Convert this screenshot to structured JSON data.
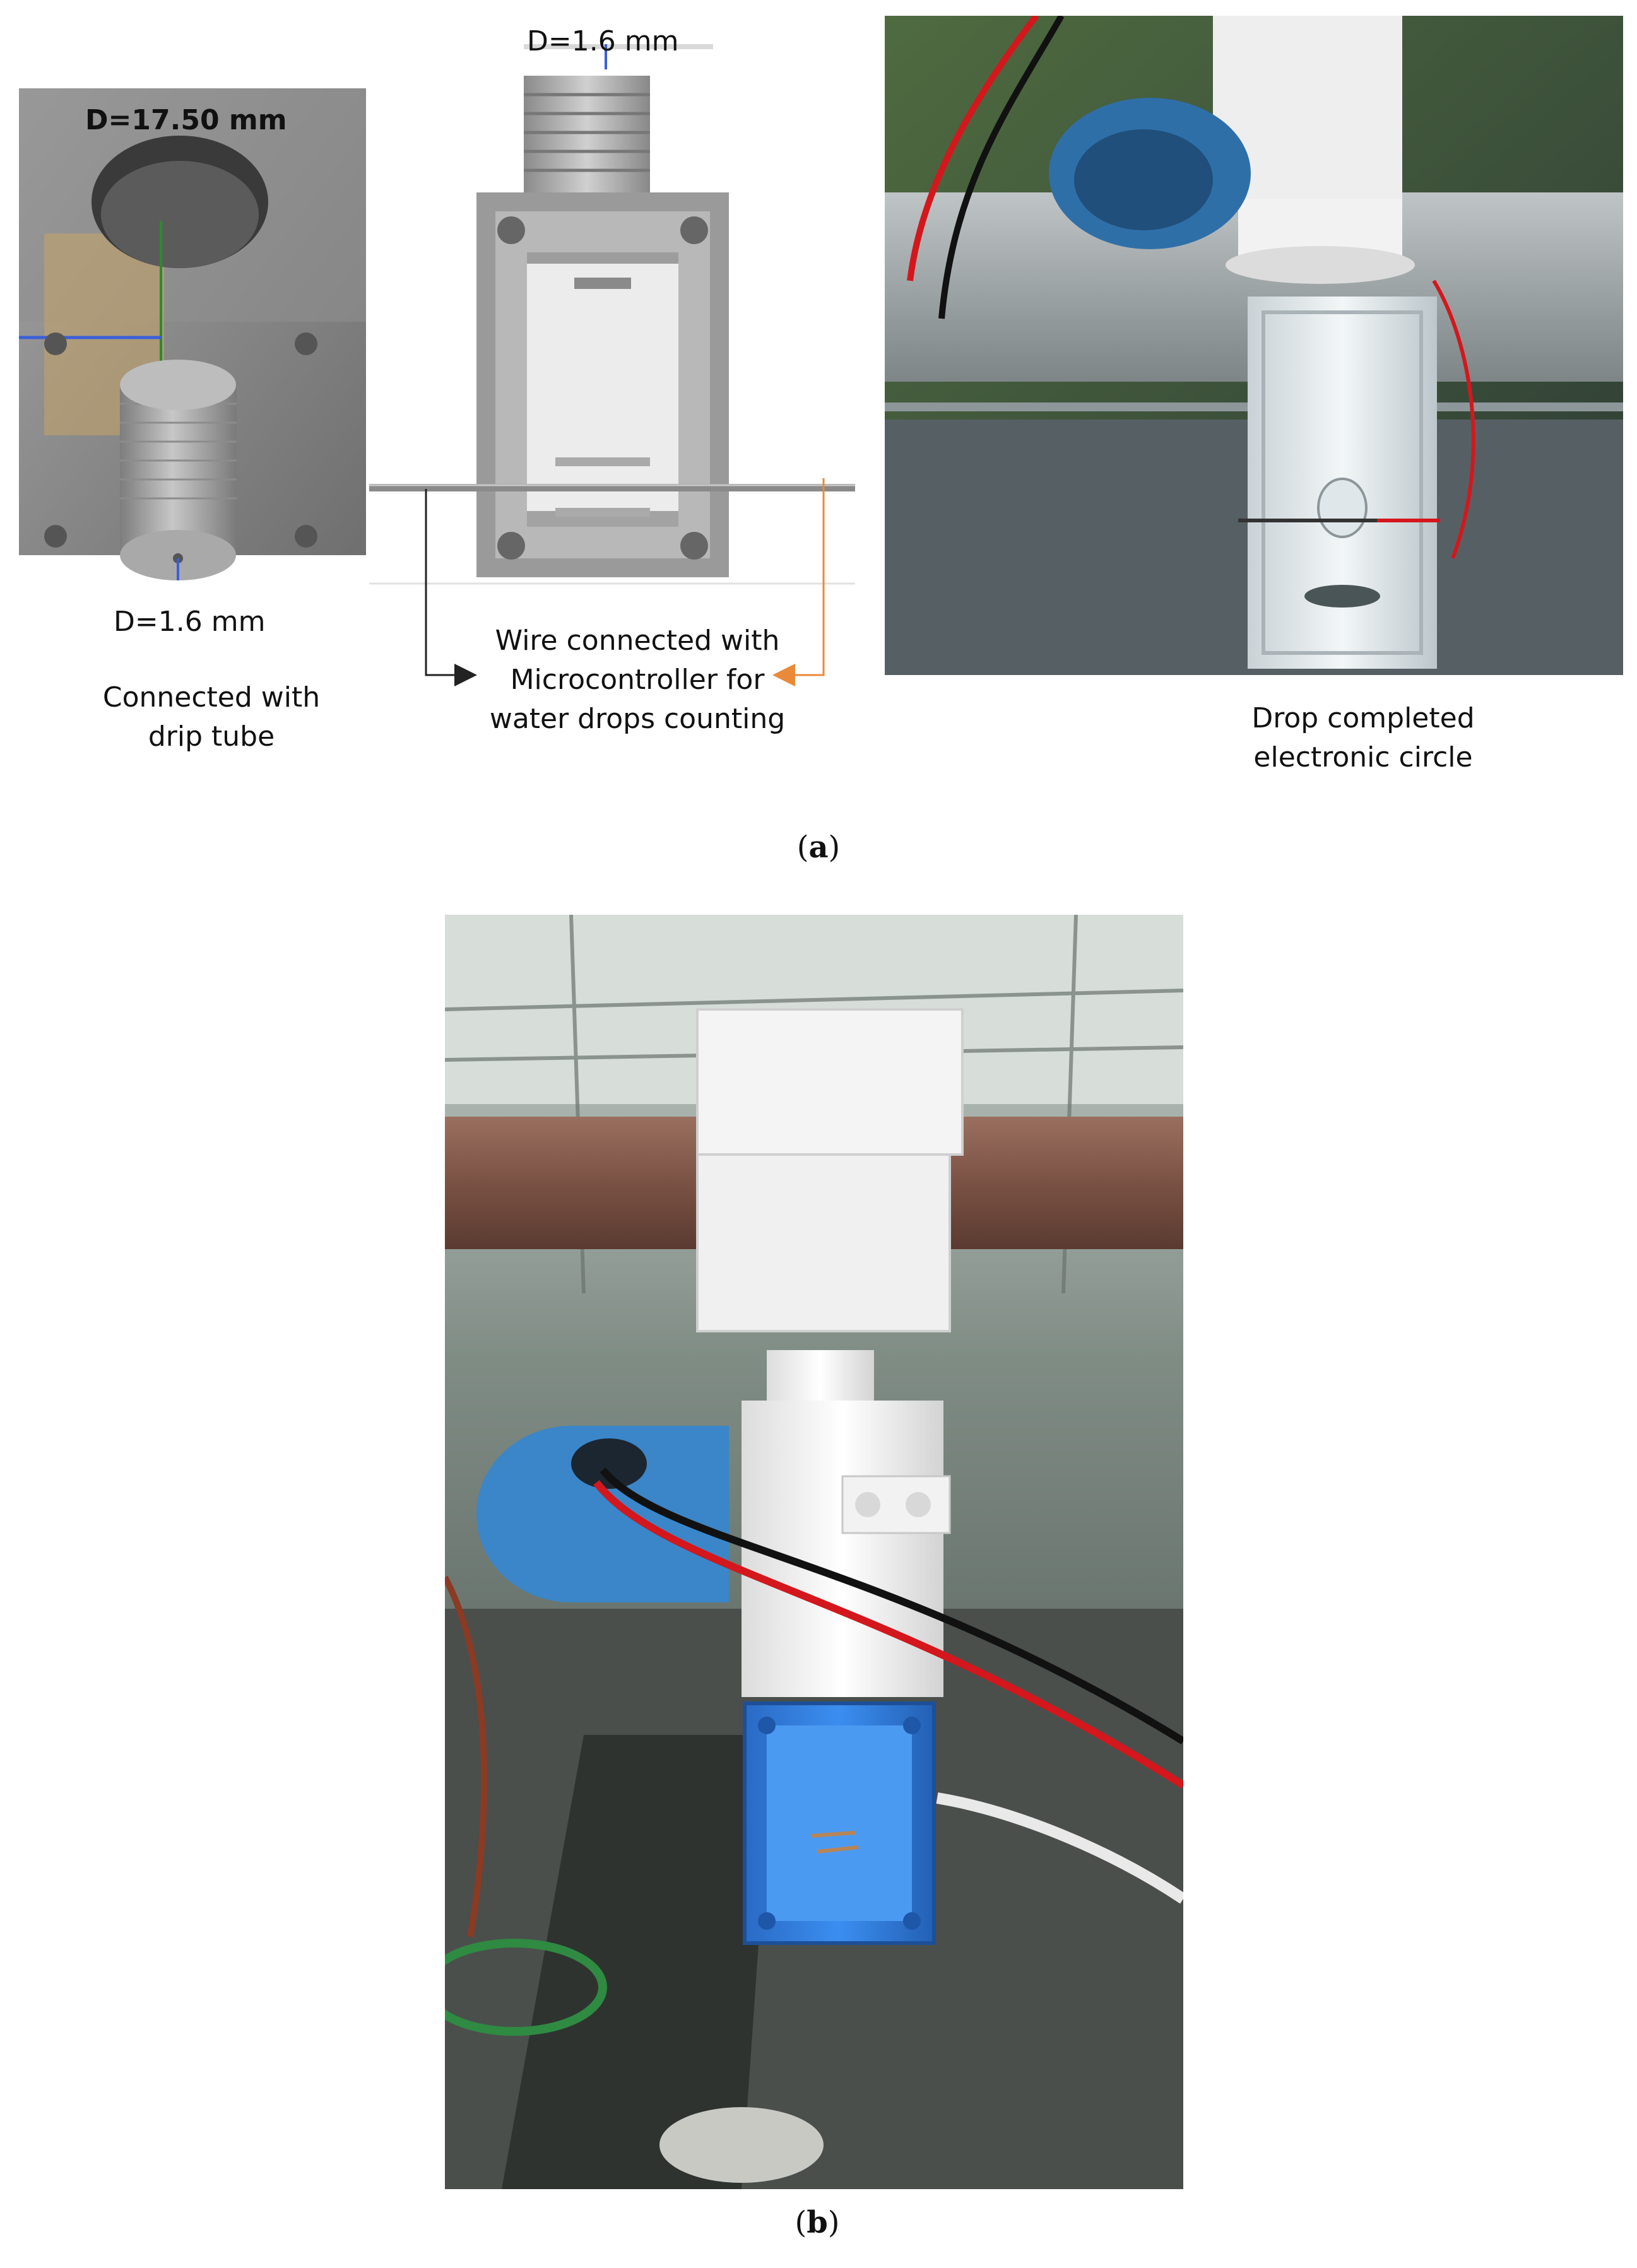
{
  "panel_a": {
    "left_cad": {
      "diameter_top": "D=17.50 mm",
      "diameter_bottom": "D=1.6 mm",
      "caption": [
        "Connected with",
        "drip tube"
      ]
    },
    "middle_cad": {
      "diameter_top": "D=1.6 mm",
      "caption": [
        "Wire connected with",
        "Microcontroller for",
        "water drops counting"
      ]
    },
    "right_photo": {
      "caption": [
        "Drop completed",
        "electronic circle"
      ]
    },
    "label_open": "(",
    "label_letter": "a",
    "label_close": ")"
  },
  "panel_b": {
    "label_open": "(",
    "label_letter": "b",
    "label_close": ")"
  },
  "colors": {
    "cad_gray": "#8d8d8d",
    "cad_bronze": "#b39a6c",
    "wire_red": "#d4171c",
    "solenoid_blue": "#3a86c8",
    "drip_blue": "#2e78d8",
    "pipe_brown": "#7a5244",
    "arrow_orange": "#e88a3a"
  }
}
